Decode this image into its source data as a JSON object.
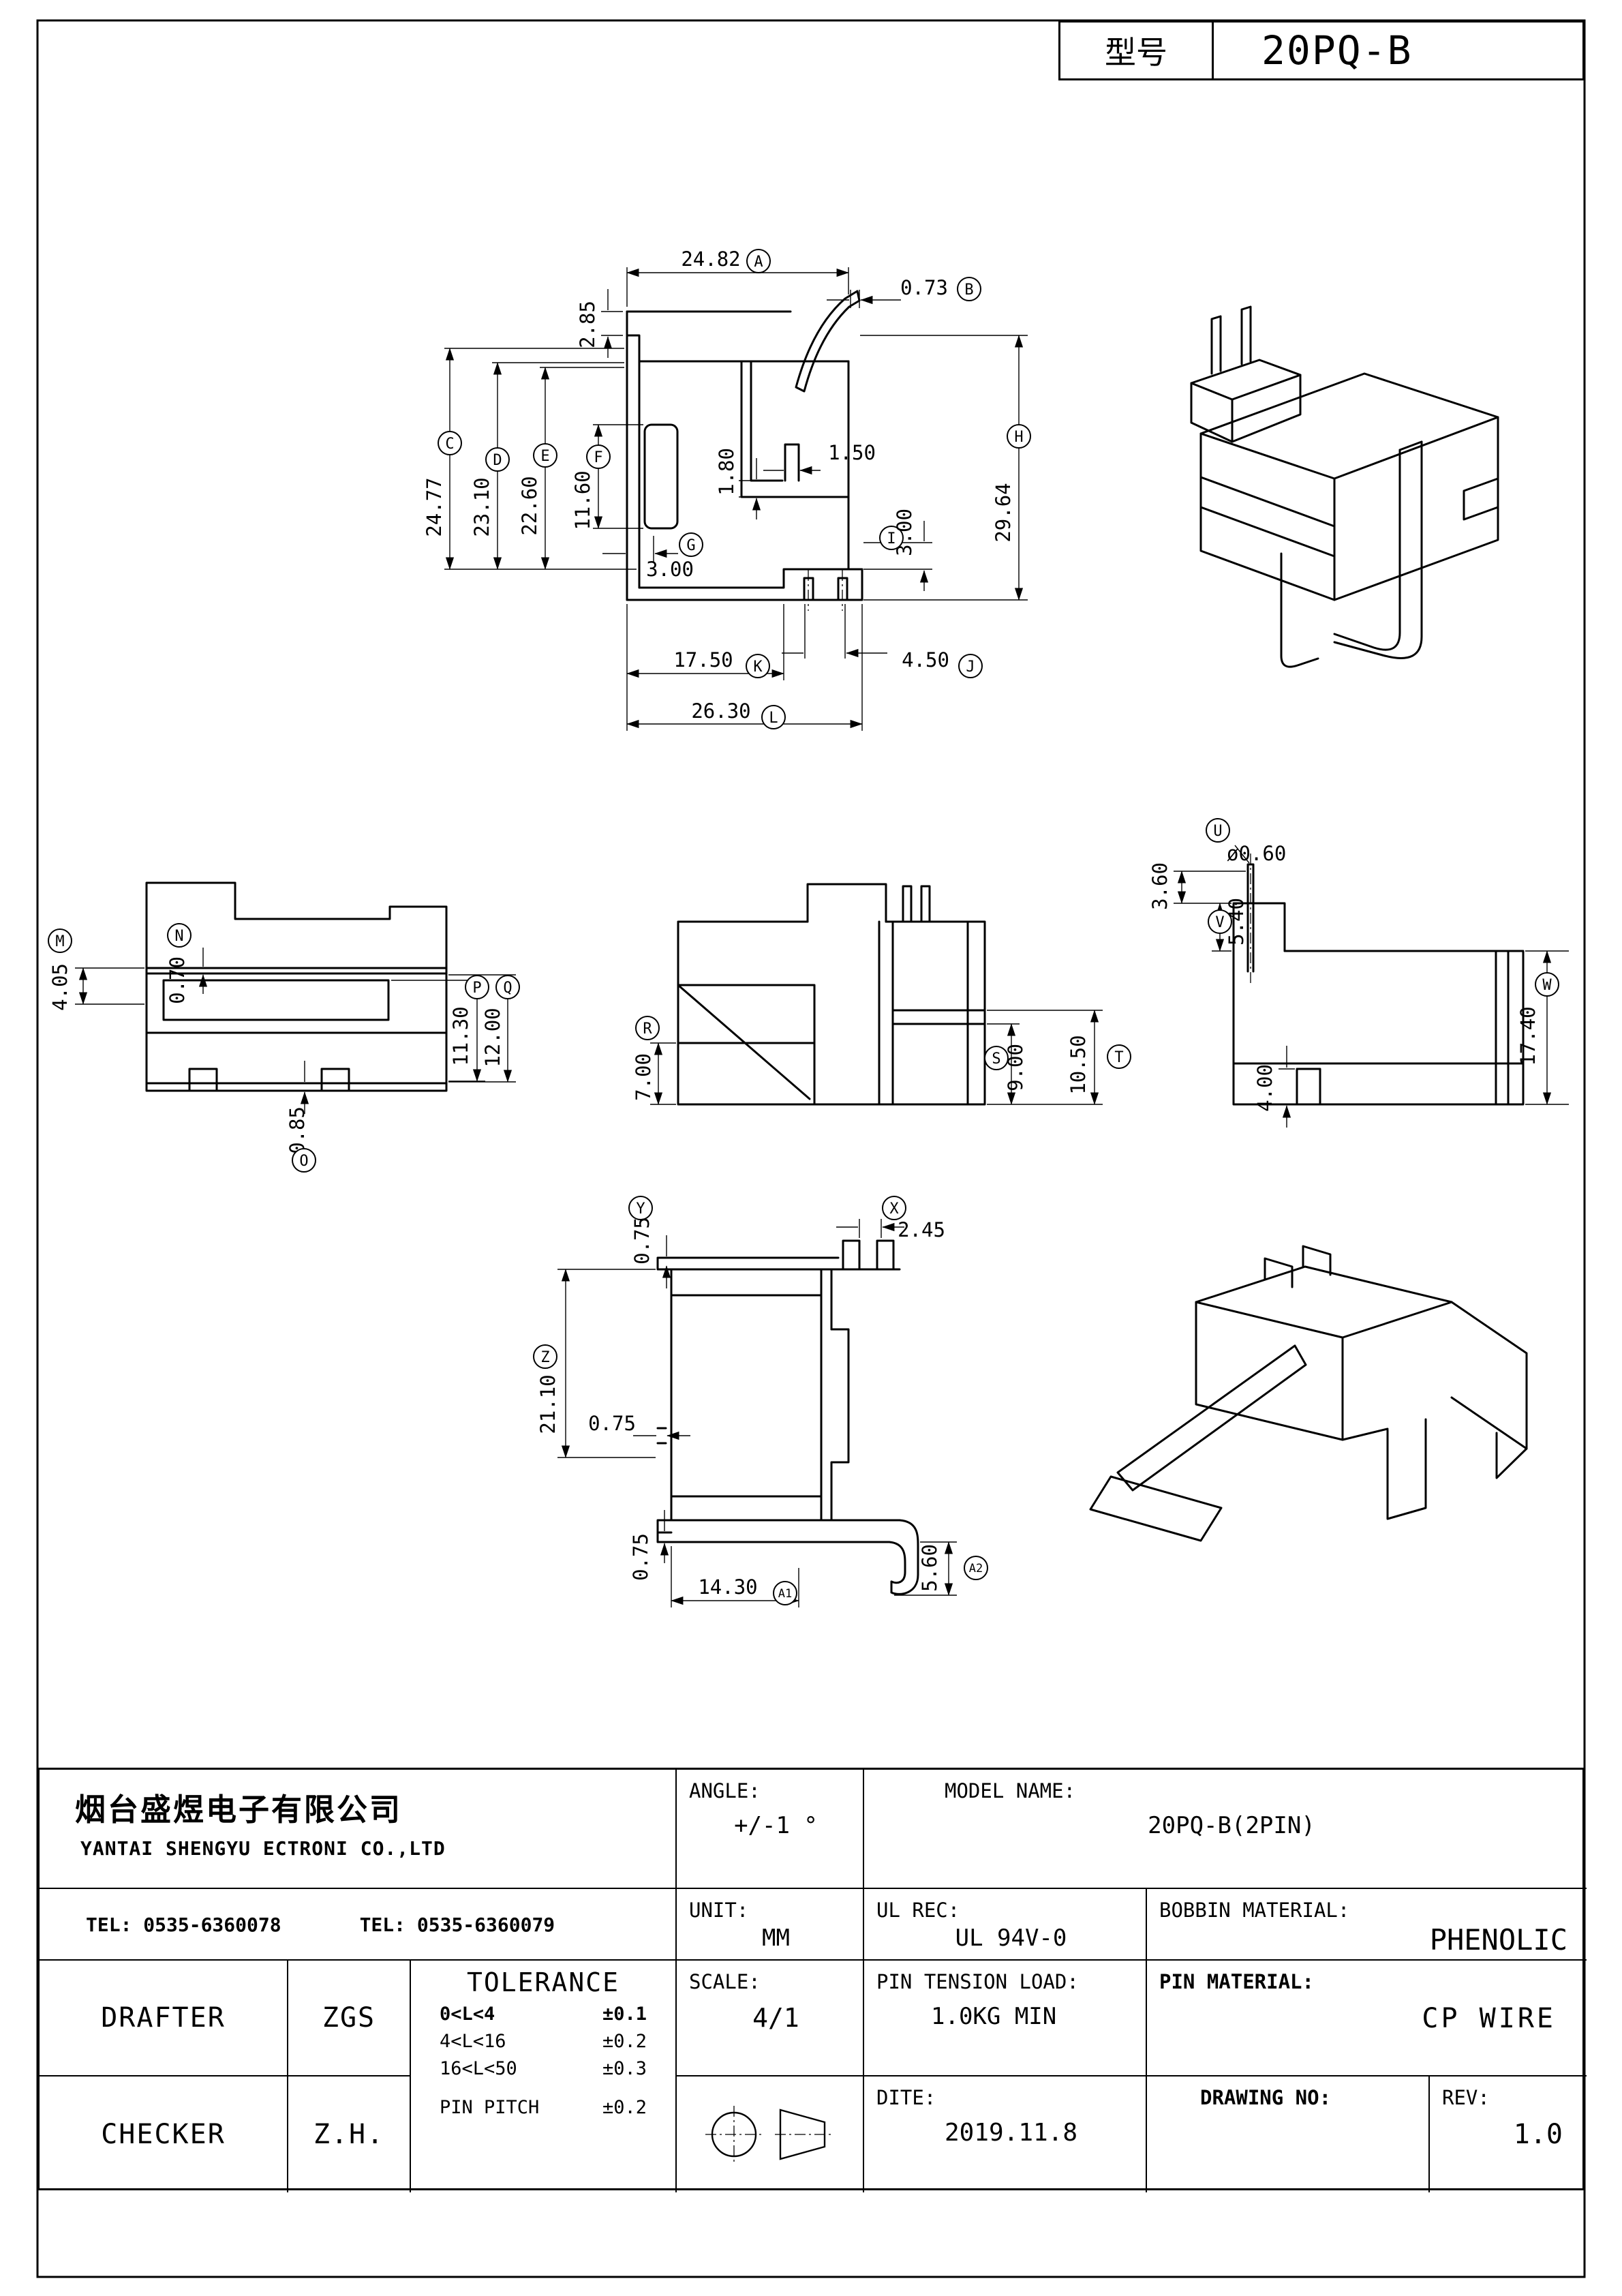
{
  "header": {
    "model_label": "型号",
    "model_value": "20PQ-B"
  },
  "dims": {
    "A": {
      "letter": "A",
      "value": "24.82"
    },
    "B": {
      "letter": "B",
      "value": "0.73"
    },
    "C": {
      "letter": "C",
      "value": "24.77"
    },
    "D": {
      "letter": "D",
      "value": "23.10"
    },
    "E": {
      "letter": "E",
      "value": "22.60"
    },
    "F": {
      "letter": "F",
      "value": "11.60"
    },
    "G": {
      "letter": "G",
      "value": "3.00"
    },
    "H": {
      "letter": "H",
      "value": "29.64"
    },
    "I": {
      "letter": "I",
      "value": "3.00"
    },
    "J": {
      "letter": "J",
      "value": "4.50"
    },
    "K": {
      "letter": "K",
      "value": "17.50"
    },
    "L": {
      "letter": "L",
      "value": "26.30"
    },
    "M": {
      "letter": "M",
      "value": "4.05"
    },
    "N": {
      "letter": "N",
      "value": "0.70"
    },
    "O": {
      "letter": "O",
      "value": "0.85"
    },
    "P": {
      "letter": "P",
      "value": "11.30"
    },
    "Q": {
      "letter": "Q",
      "value": "12.00"
    },
    "R": {
      "letter": "R",
      "value": "7.00"
    },
    "S": {
      "letter": "S",
      "value": "9.00"
    },
    "T": {
      "letter": "T",
      "value": "10.50"
    },
    "U": {
      "letter": "U",
      "value": "ø0.60"
    },
    "V": {
      "letter": "V",
      "value": "5.40"
    },
    "W": {
      "letter": "W",
      "value": "17.40"
    },
    "X": {
      "letter": "X",
      "value": "2.45"
    },
    "Y": {
      "letter": "Y",
      "value": "0.75"
    },
    "Z": {
      "letter": "Z",
      "value": "21.10"
    },
    "A1": {
      "letter": "A1",
      "value": "14.30"
    },
    "A2": {
      "letter": "A2",
      "value": "5.60"
    },
    "d2_85": {
      "value": "2.85"
    },
    "d1_80": {
      "value": "1.80"
    },
    "d1_50": {
      "value": "1.50"
    },
    "d3_60": {
      "value": "3.60"
    },
    "d4_00": {
      "value": "4.00"
    },
    "d0_75_mid": {
      "value": "0.75"
    },
    "d0_75_bot": {
      "value": "0.75"
    }
  },
  "title_block": {
    "company_cn": "烟台盛煜电子有限公司",
    "company_en": "YANTAI SHENGYU ECTRONI CO.,LTD",
    "tel_1": "TEL: 0535-6360078",
    "tel_2": "TEL: 0535-6360079",
    "angle_label": "ANGLE:",
    "angle_value": "+/-1 °",
    "model_name_label": "MODEL NAME:",
    "model_name_value": "20PQ-B(2PIN)",
    "unit_label": "UNIT:",
    "unit_value": "MM",
    "ul_rec_label": "UL REC:",
    "ul_rec_value": "UL 94V-0",
    "bobbin_material_label": "BOBBIN MATERIAL:",
    "bobbin_material_value": "PHENOLIC",
    "drafter_label": "DRAFTER",
    "drafter_value": "ZGS",
    "checker_label": "CHECKER",
    "checker_value": "Z.H.",
    "tolerance_label": "TOLERANCE",
    "tolerance_rows": [
      {
        "range": "0<L<4",
        "tol": "±0.1"
      },
      {
        "range": "4<L<16",
        "tol": "±0.2"
      },
      {
        "range": "16<L<50",
        "tol": "±0.3"
      },
      {
        "range": "PIN PITCH",
        "tol": "±0.2"
      }
    ],
    "scale_label": "SCALE:",
    "scale_value": "4/1",
    "pin_tension_label": "PIN TENSION LOAD:",
    "pin_tension_value": "1.0KG MIN",
    "pin_material_label": "PIN MATERIAL:",
    "pin_material_value": "CP WIRE",
    "date_label": "DITE:",
    "date_value": "2019.11.8",
    "drawing_no_label": "DRAWING NO:",
    "rev_label": "REV:",
    "rev_value": "1.0"
  }
}
